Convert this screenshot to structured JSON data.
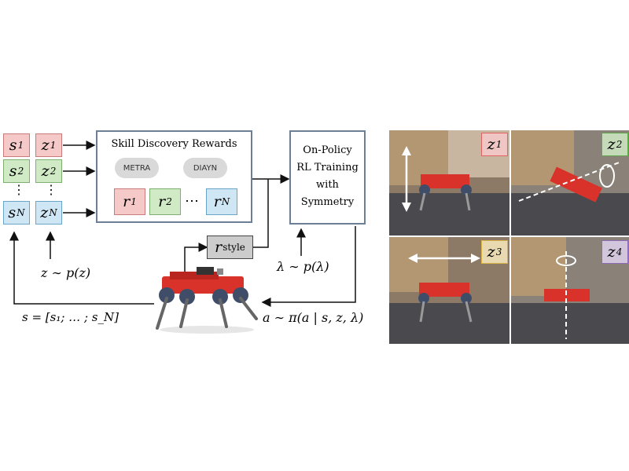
{
  "states": [
    {
      "base": "s",
      "sub": "1",
      "color": "red"
    },
    {
      "base": "s",
      "sub": "2",
      "color": "green"
    },
    {
      "base": "s",
      "sub": "N",
      "color": "blue"
    }
  ],
  "skills": [
    {
      "base": "z",
      "sub": "1",
      "color": "red"
    },
    {
      "base": "z",
      "sub": "2",
      "color": "green"
    },
    {
      "base": "z",
      "sub": "N",
      "color": "blue"
    }
  ],
  "vdots": "⋮",
  "discovery": {
    "title": "Skill Discovery Rewards",
    "methods": [
      "METRA",
      "DIAYN"
    ],
    "rewards": [
      {
        "base": "r",
        "sub": "1",
        "color": "red"
      },
      {
        "base": "r",
        "sub": "2",
        "color": "green"
      },
      {
        "base": "r",
        "sub": "N",
        "color": "blue"
      }
    ],
    "ellipsis": "⋯"
  },
  "training": {
    "lines": [
      "On-Policy",
      "RL Training",
      "with",
      "Symmetry"
    ]
  },
  "style_reward": {
    "base": "r",
    "sub": "style"
  },
  "equations": {
    "skill_prior": "z ∼ p(z)",
    "lambda_prior": "λ ∼ p(λ)",
    "state_def": "s = [s₁; … ; s_N]",
    "policy": "a ∼ π(a | s, z, λ)"
  },
  "photo_tags": [
    {
      "base": "z",
      "sub": "1",
      "color": "#e06464",
      "fill": "rgba(246,201,201,0.85)"
    },
    {
      "base": "z",
      "sub": "2",
      "color": "#5ea84a",
      "fill": "rgba(207,234,196,0.85)"
    },
    {
      "base": "z",
      "sub": "3",
      "color": "#d8b446",
      "fill": "rgba(248,234,190,0.85)"
    },
    {
      "base": "z",
      "sub": "4",
      "color": "#8d6bb8",
      "fill": "rgba(222,210,238,0.85)"
    }
  ],
  "colors": {
    "red": "#f6c9c9",
    "green": "#cfeac4",
    "blue": "#cfe7f5",
    "robot": "#d9322b",
    "panel_border": "#6d7f94"
  }
}
